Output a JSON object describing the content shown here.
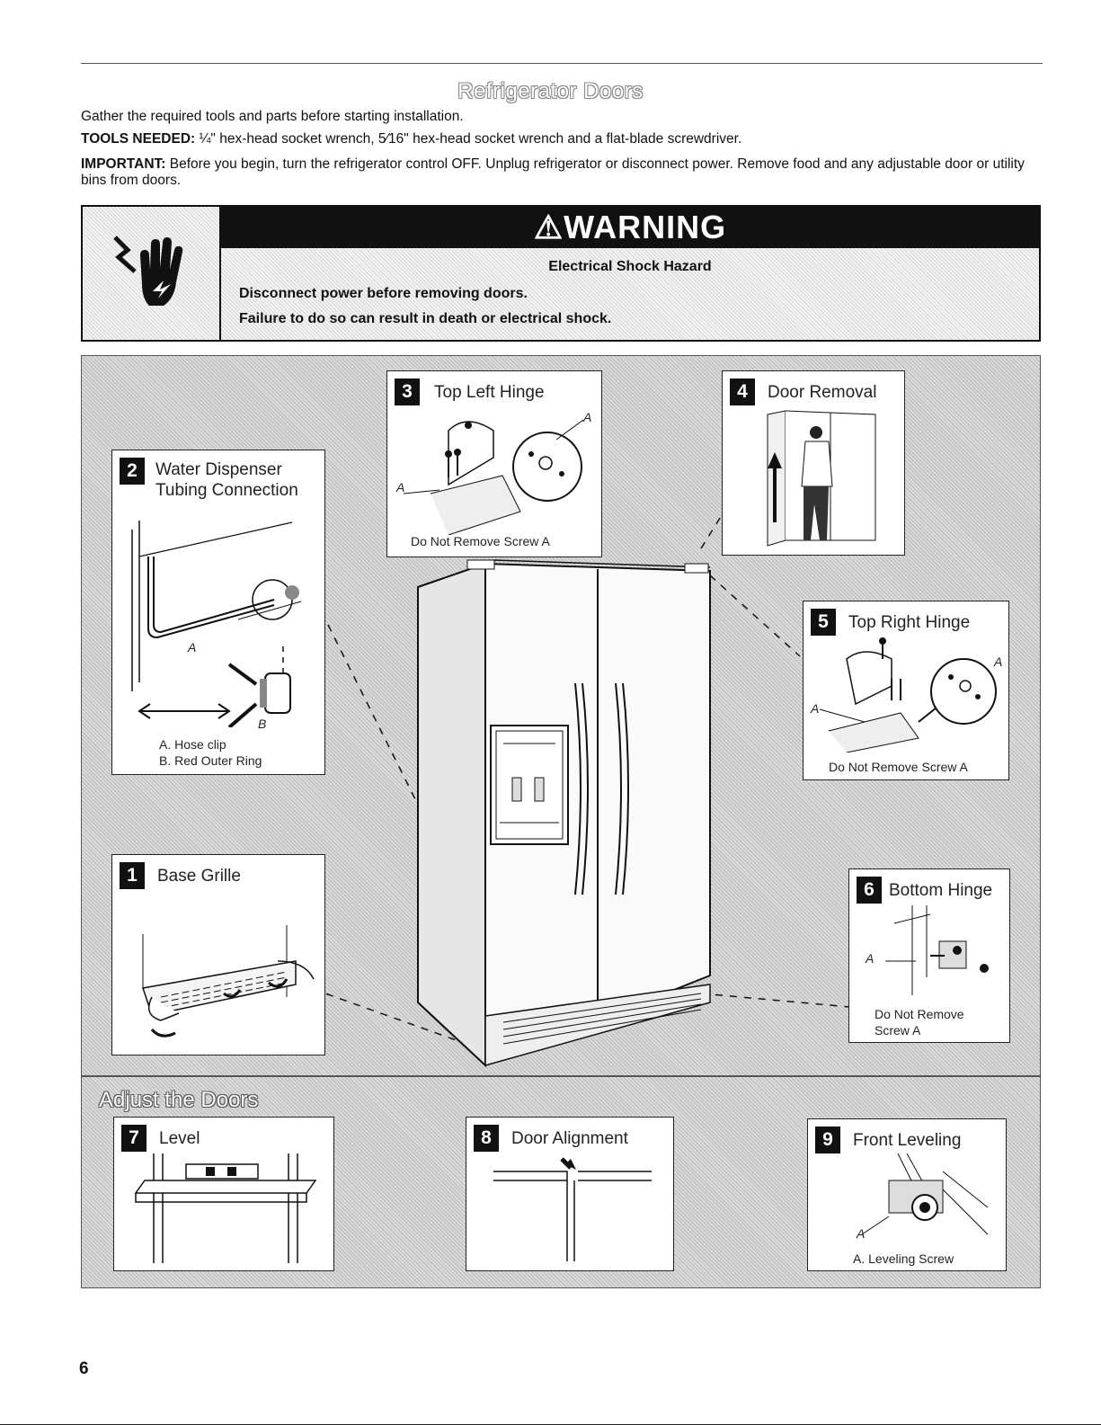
{
  "page": {
    "title": "Refrigerator Doors",
    "page_number": "6"
  },
  "intro": {
    "gather": "Gather the required tools and parts before starting installation.",
    "tools_label": "TOOLS NEEDED:",
    "tools_text": " ¼\" hex-head socket wrench, 5⁄16\" hex-head socket wrench and a flat-blade screwdriver.",
    "important_label": "IMPORTANT:",
    "important_text": " Before you begin, turn the refrigerator control OFF. Unplug refrigerator or disconnect power. Remove food and any adjustable door or utility bins from doors."
  },
  "warning": {
    "icon": "electrical-shock-hand-icon",
    "banner": "⚠WARNING",
    "hazard": "Electrical Shock Hazard",
    "line1": "Disconnect power before removing doors.",
    "line2": "Failure to do so can result in death or electrical shock."
  },
  "steps": {
    "s1": {
      "num": "1",
      "title": "Base Grille"
    },
    "s2": {
      "num": "2",
      "title_line1": "Water Dispenser",
      "title_line2": "Tubing Connection",
      "label_a": "A",
      "label_b": "B",
      "cap1": "A. Hose clip",
      "cap2": "B. Red Outer Ring"
    },
    "s3": {
      "num": "3",
      "title": "Top Left Hinge",
      "label_a": "A",
      "caption": "Do Not Remove Screw A"
    },
    "s4": {
      "num": "4",
      "title": "Door Removal"
    },
    "s5": {
      "num": "5",
      "title": "Top Right Hinge",
      "label_a": "A",
      "caption": "Do Not Remove Screw A"
    },
    "s6": {
      "num": "6",
      "title": "Bottom Hinge",
      "label_a": "A",
      "cap1": "Do Not Remove",
      "cap2": "Screw A"
    },
    "s7": {
      "num": "7",
      "title": "Level"
    },
    "s8": {
      "num": "8",
      "title": "Door Alignment"
    },
    "s9": {
      "num": "9",
      "title": "Front Leveling",
      "label_a": "A",
      "caption": "A. Leveling Screw"
    }
  },
  "adjust": {
    "title": "Adjust the Doors"
  }
}
